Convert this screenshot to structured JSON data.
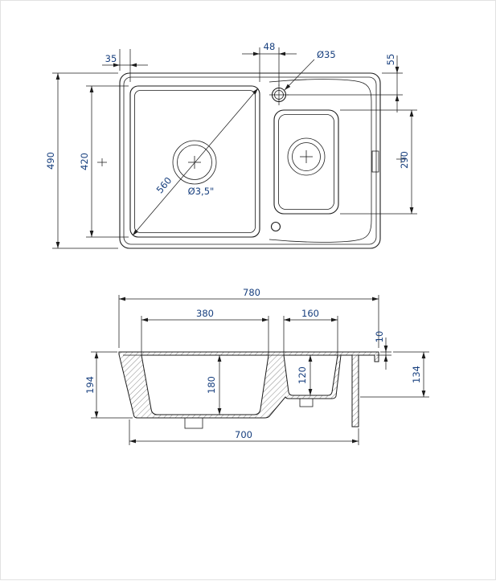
{
  "page": {
    "background": "#ffffff",
    "line_color": "#1c1c1c",
    "dim_color": "#173f7e"
  },
  "views": {
    "top": {
      "dims": {
        "edge_offset": "35",
        "tap_offset_x": "48",
        "tap_hole_diameter": "Ø35",
        "tap_offset_y": "55",
        "overall_depth": "490",
        "main_bowl_length": "420",
        "small_bowl_length": "290",
        "main_bowl_diagonal": "560",
        "drain_size": "Ø3,5\""
      }
    },
    "section": {
      "dims": {
        "overall_width": "780",
        "main_bowl_width": "380",
        "small_bowl_width": "160",
        "rim_thickness": "10",
        "overall_height": "194",
        "main_bowl_depth": "180",
        "small_bowl_depth": "120",
        "small_bowl_height": "134",
        "base_width": "700"
      }
    }
  }
}
